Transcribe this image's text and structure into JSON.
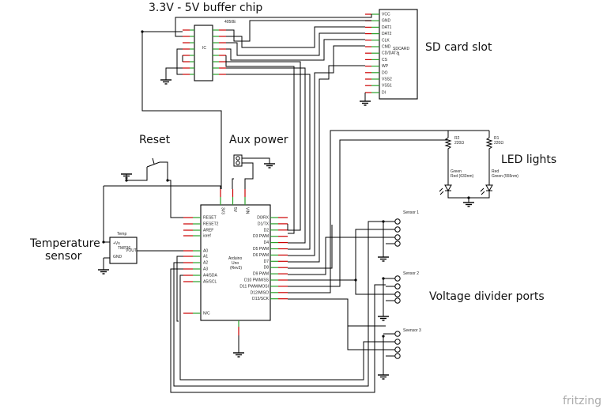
{
  "annotations": {
    "buffer_chip": "3.3V - 5V buffer chip",
    "sd_card_slot": "SD card slot",
    "reset": "Reset",
    "aux_power": "Aux power",
    "led_lights": "LED lights",
    "temperature_sensor_line1": "Temperature",
    "temperature_sensor_line2": "sensor",
    "voltage_divider_ports": "Voltage divider ports"
  },
  "buffer_chip": {
    "part": "4050E",
    "ref": "IC"
  },
  "sd_card": {
    "label": "SDCARD",
    "index": "1",
    "pins": [
      "VCC",
      "GND",
      "DAT1",
      "DAT2",
      "CLK",
      "CMD",
      "CD/DAT3",
      "CS",
      "WP",
      "DO",
      "VSS2",
      "VSS1",
      "DI"
    ]
  },
  "resistors": [
    {
      "ref": "R2",
      "value": "220Ω"
    },
    {
      "ref": "R1",
      "value": "220Ω"
    }
  ],
  "leds": [
    {
      "line1": "Green",
      "line2": "Red (633nm)"
    },
    {
      "line1": "Red",
      "line2": "Green (555nm)"
    }
  ],
  "temp_sensor": {
    "title": "Temp",
    "part": "TMP36",
    "pins": [
      "+Vs",
      "VOUT",
      "GND"
    ]
  },
  "arduino": {
    "line1": "Arduino",
    "line2": "Uno",
    "line3": "(Rev3)",
    "left_pins": [
      "RESET",
      "RESET2",
      "AREF",
      "ioref",
      "A0",
      "A1",
      "A2",
      "A3",
      "A4/SDA",
      "A5/SCL",
      "N/C"
    ],
    "right_pins": [
      "D0/RX",
      "D1/TX",
      "D2",
      "D3 PWM",
      "D4",
      "D5 PWM",
      "D6 PWM",
      "D7",
      "D8",
      "D9 PWM",
      "D10 PWM/SS",
      "D11 PWM/MOSI",
      "D12/MISO",
      "D13/SCK"
    ],
    "top_pins": [
      "3V3",
      "5V",
      "VIN"
    ],
    "bottom_pin": "GND"
  },
  "sensor_ports": [
    "Sensor 1",
    "Sensor 2",
    "Seensor 3"
  ],
  "brand": "fritzing"
}
